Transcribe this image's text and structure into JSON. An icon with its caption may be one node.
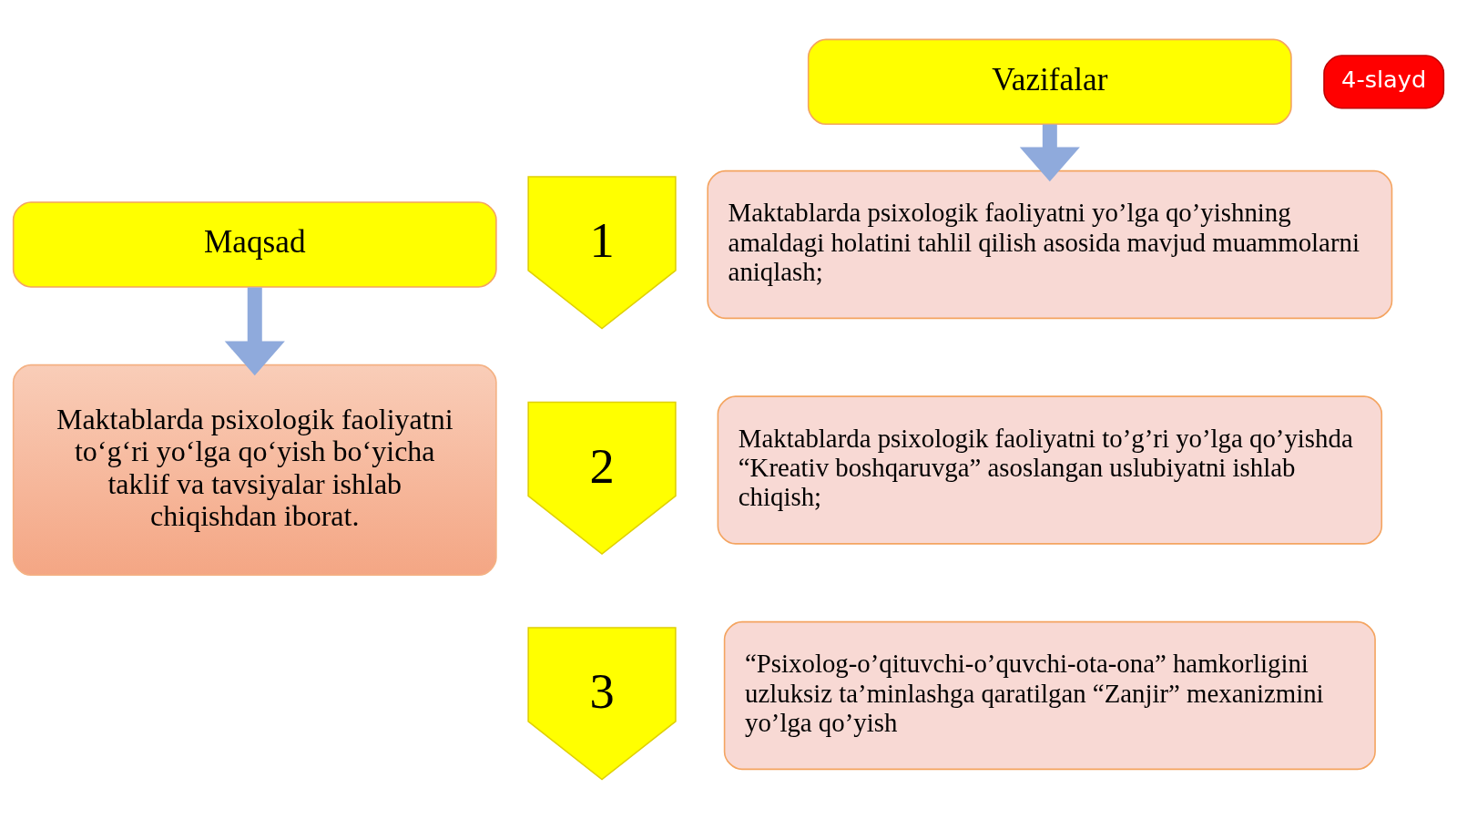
{
  "diagram": {
    "nodes": [
      {
        "text": [
          "4-slayd"
        ]
      },
      {
        "text": [
          "Maqsad"
        ]
      },
      {
        "text": [
          "Maktablarda psixologik faoliyatni to‘g‘ri yo‘lga qo‘yish bo‘yicha taklif va tavsiyalar ishlab chiqishdan iborat."
        ]
      },
      {
        "text": [
          "Vazifalar"
        ]
      },
      {
        "text": [
          "1"
        ]
      },
      {
        "text": [
          "Maktablarda psixologik faoliyatni yo’lga qo’yishning amaldagi holatini tahlil qilish asosida mavjud muammolarni aniqlash;"
        ]
      },
      {
        "text": [
          "2"
        ]
      },
      {
        "text": [
          "Maktablarda psixologik faoliyatni to’g’ri yo’lga qo’yishda “Kreativ boshqaruvga” asoslangan uslubiyatni ishlab chiqish;"
        ]
      },
      {
        "text": [
          "3"
        ]
      },
      {
        "text": [
          "“Psixolog-o’qituvchi-o’quvchi-ota-ona” hamkorligini uzluksiz ta’minlashga qaratilgan “Zanjir” mexanizmini yo’lga qo’yish"
        ]
      }
    ],
    "edges": [
      {
        "from": 1,
        "to": 2,
        "arrow": "to"
      },
      {
        "from": 3,
        "to": 5,
        "arrow": "to"
      }
    ]
  }
}
